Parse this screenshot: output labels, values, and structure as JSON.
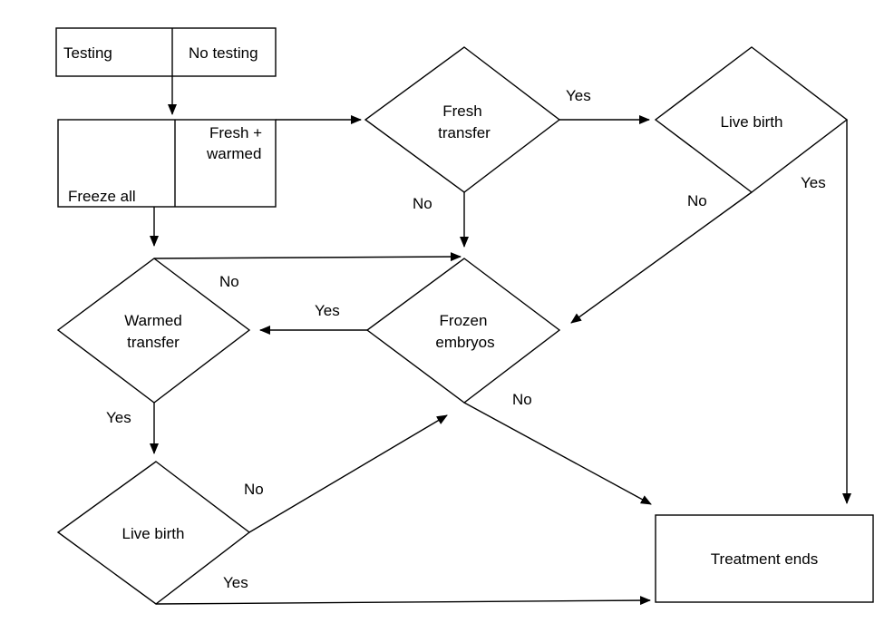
{
  "boxes": {
    "testing_left": "Testing",
    "testing_right": "No testing",
    "freeze_all": "Freeze all",
    "fresh_warmed_1": "Fresh +",
    "fresh_warmed_2": "warmed",
    "treatment_ends": "Treatment ends"
  },
  "decisions": {
    "fresh_transfer_1": "Fresh",
    "fresh_transfer_2": "transfer",
    "live_birth_top": "Live birth",
    "frozen_embryos_1": "Frozen",
    "frozen_embryos_2": "embryos",
    "warmed_transfer_1": "Warmed",
    "warmed_transfer_2": "transfer",
    "live_birth_bottom": "Live birth"
  },
  "edge_labels": {
    "fresh_yes": "Yes",
    "fresh_no": "No",
    "livebirth_top_no": "No",
    "livebirth_top_yes": "Yes",
    "warmed_no": "No",
    "frozen_yes": "Yes",
    "frozen_no": "No",
    "warmed_yes": "Yes",
    "livebirth_bottom_no": "No",
    "livebirth_bottom_yes": "Yes"
  },
  "colors": {
    "stroke": "#000000",
    "fill": "#ffffff"
  }
}
